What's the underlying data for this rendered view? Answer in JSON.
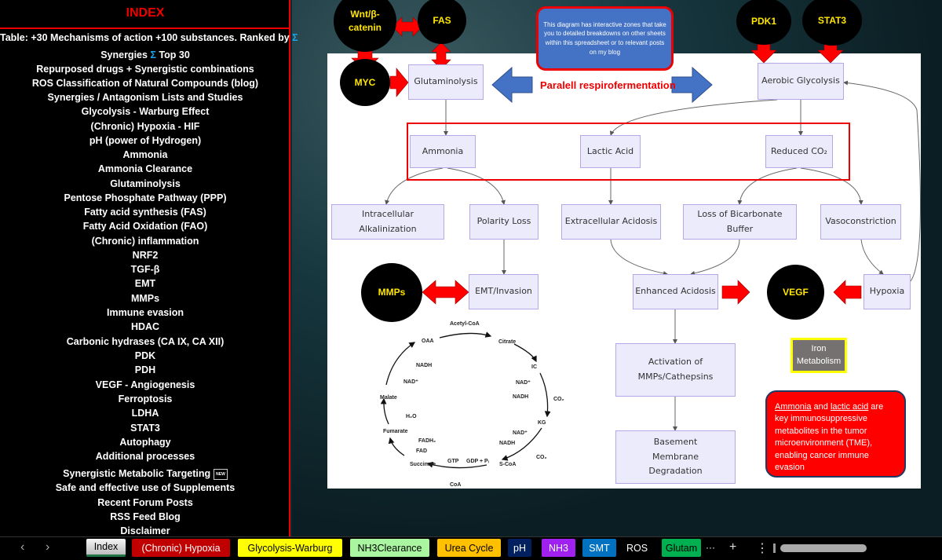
{
  "sidebar": {
    "title": "INDEX",
    "table_link": "Table: +30 Mechanisms of action +100 substances. Ranked  by",
    "sigma": "Σ",
    "items": [
      "Synergies",
      "Top 30",
      "Repurposed drugs + Synergistic combinations",
      "ROS Classification of Natural Compounds (blog)",
      "Synergies / Antagonism Lists and Studies",
      "Glycolysis - Warburg Effect",
      "(Chronic) Hypoxia - HIF",
      "pH (power of Hydrogen)",
      "Ammonia",
      "Ammonia Clearance",
      "Glutaminolysis",
      "Pentose Phosphate Pathway (PPP)",
      "Fatty acid synthesis (FAS)",
      "Fatty Acid Oxidation (FAO)",
      "(Chronic) inflammation",
      "NRF2",
      "TGF-β",
      "EMT",
      "MMPs",
      "Immune evasion",
      "HDAC",
      "Carbonic hydrases (CA IX, CA XII)",
      "PDK",
      "PDH",
      "VEGF - Angiogenesis",
      "Ferroptosis",
      "LDHA",
      "STAT3",
      "Autophagy",
      "Additional processes",
      "Synergistic Metabolic Targeting",
      "Safe and effective use of Supplements",
      "Recent Forum Posts",
      "RSS Feed Blog",
      "Disclaimer"
    ],
    "new_badge": "NEW"
  },
  "diagram": {
    "circles": {
      "wnt": "Wnt/β-catenin",
      "fas": "FAS",
      "myc": "MYC",
      "pdk1": "PDK1",
      "stat3": "STAT3",
      "mmps": "MMPs",
      "vegf": "VEGF"
    },
    "info": "This diagram has interactive zones that take you to detailed breakdowns on other sheets within this spreadsheet or to relevant posts on my blog",
    "paralell": "Paralell respirofermentation",
    "boxes": {
      "glutaminolysis": "Glutaminolysis",
      "aerobic": "Aerobic Glycolysis",
      "ammonia": "Ammonia",
      "lactic": "Lactic Acid",
      "co2": "Reduced CO₂",
      "alkal": "Intracellular Alkalinization",
      "polarity": "Polarity Loss",
      "extra": "Extracellular Acidosis",
      "bicarb": "Loss of Bicarbonate Buffer",
      "vaso": "Vasoconstriction",
      "emt": "EMT/Invasion",
      "enhanced": "Enhanced Acidosis",
      "hypoxia": "Hypoxia",
      "mmp_act": "Activation of MMPs/Cathepsins",
      "basement": "Basement Membrane Degradation"
    },
    "iron": "Iron Metabolism",
    "note": {
      "ammonia": "Ammonia",
      "and": " and ",
      "lactic": "lactic acid",
      "rest": " are key immunosuppressive metabolites in the tumor microenvironment (TME), enabling cancer immune evasion"
    },
    "tca": {
      "acetyl": "Acetyl-CoA",
      "citrate": "Citrate",
      "ic": "IC",
      "nad1": "NAD⁺",
      "nadh1": "NADH",
      "co2a": "CO₂",
      "kg": "KG",
      "nad2": "NAD⁺",
      "nadh2": "NADH",
      "co2b": "CO₂",
      "scoa": "S-CoA",
      "gtp": "GTP",
      "gdp": "GDP + Pᵢ",
      "coa": "CoA",
      "succinate": "Succinate",
      "fadh2": "FADH₂",
      "fad": "FAD",
      "fumarate": "Fumarate",
      "h2o": "H₂O",
      "malate": "Malate",
      "nad3": "NAD⁺",
      "nadh3": "NADH",
      "oaa": "OAA"
    }
  },
  "tabs": [
    {
      "label": "Index",
      "color": "#d9d9d9"
    },
    {
      "label": "(Chronic) Hypoxia",
      "color": "#c00000"
    },
    {
      "label": "Glycolysis-Warburg",
      "color": "#ffff00"
    },
    {
      "label": "NH3Clearance",
      "color": "#a9f5a0"
    },
    {
      "label": "Urea Cycle",
      "color": "#ffc000"
    },
    {
      "label": "pH",
      "color": "#002060"
    },
    {
      "label": "NH3",
      "color": "#a020f0"
    },
    {
      "label": "SMT",
      "color": "#0070c0"
    },
    {
      "label": "ROS",
      "color": "#000000"
    },
    {
      "label": "Glutam",
      "color": "#00b050"
    }
  ],
  "tabbar": {
    "prev": "‹",
    "next": "›",
    "more": "···",
    "add": "+",
    "menu": "⋮"
  }
}
